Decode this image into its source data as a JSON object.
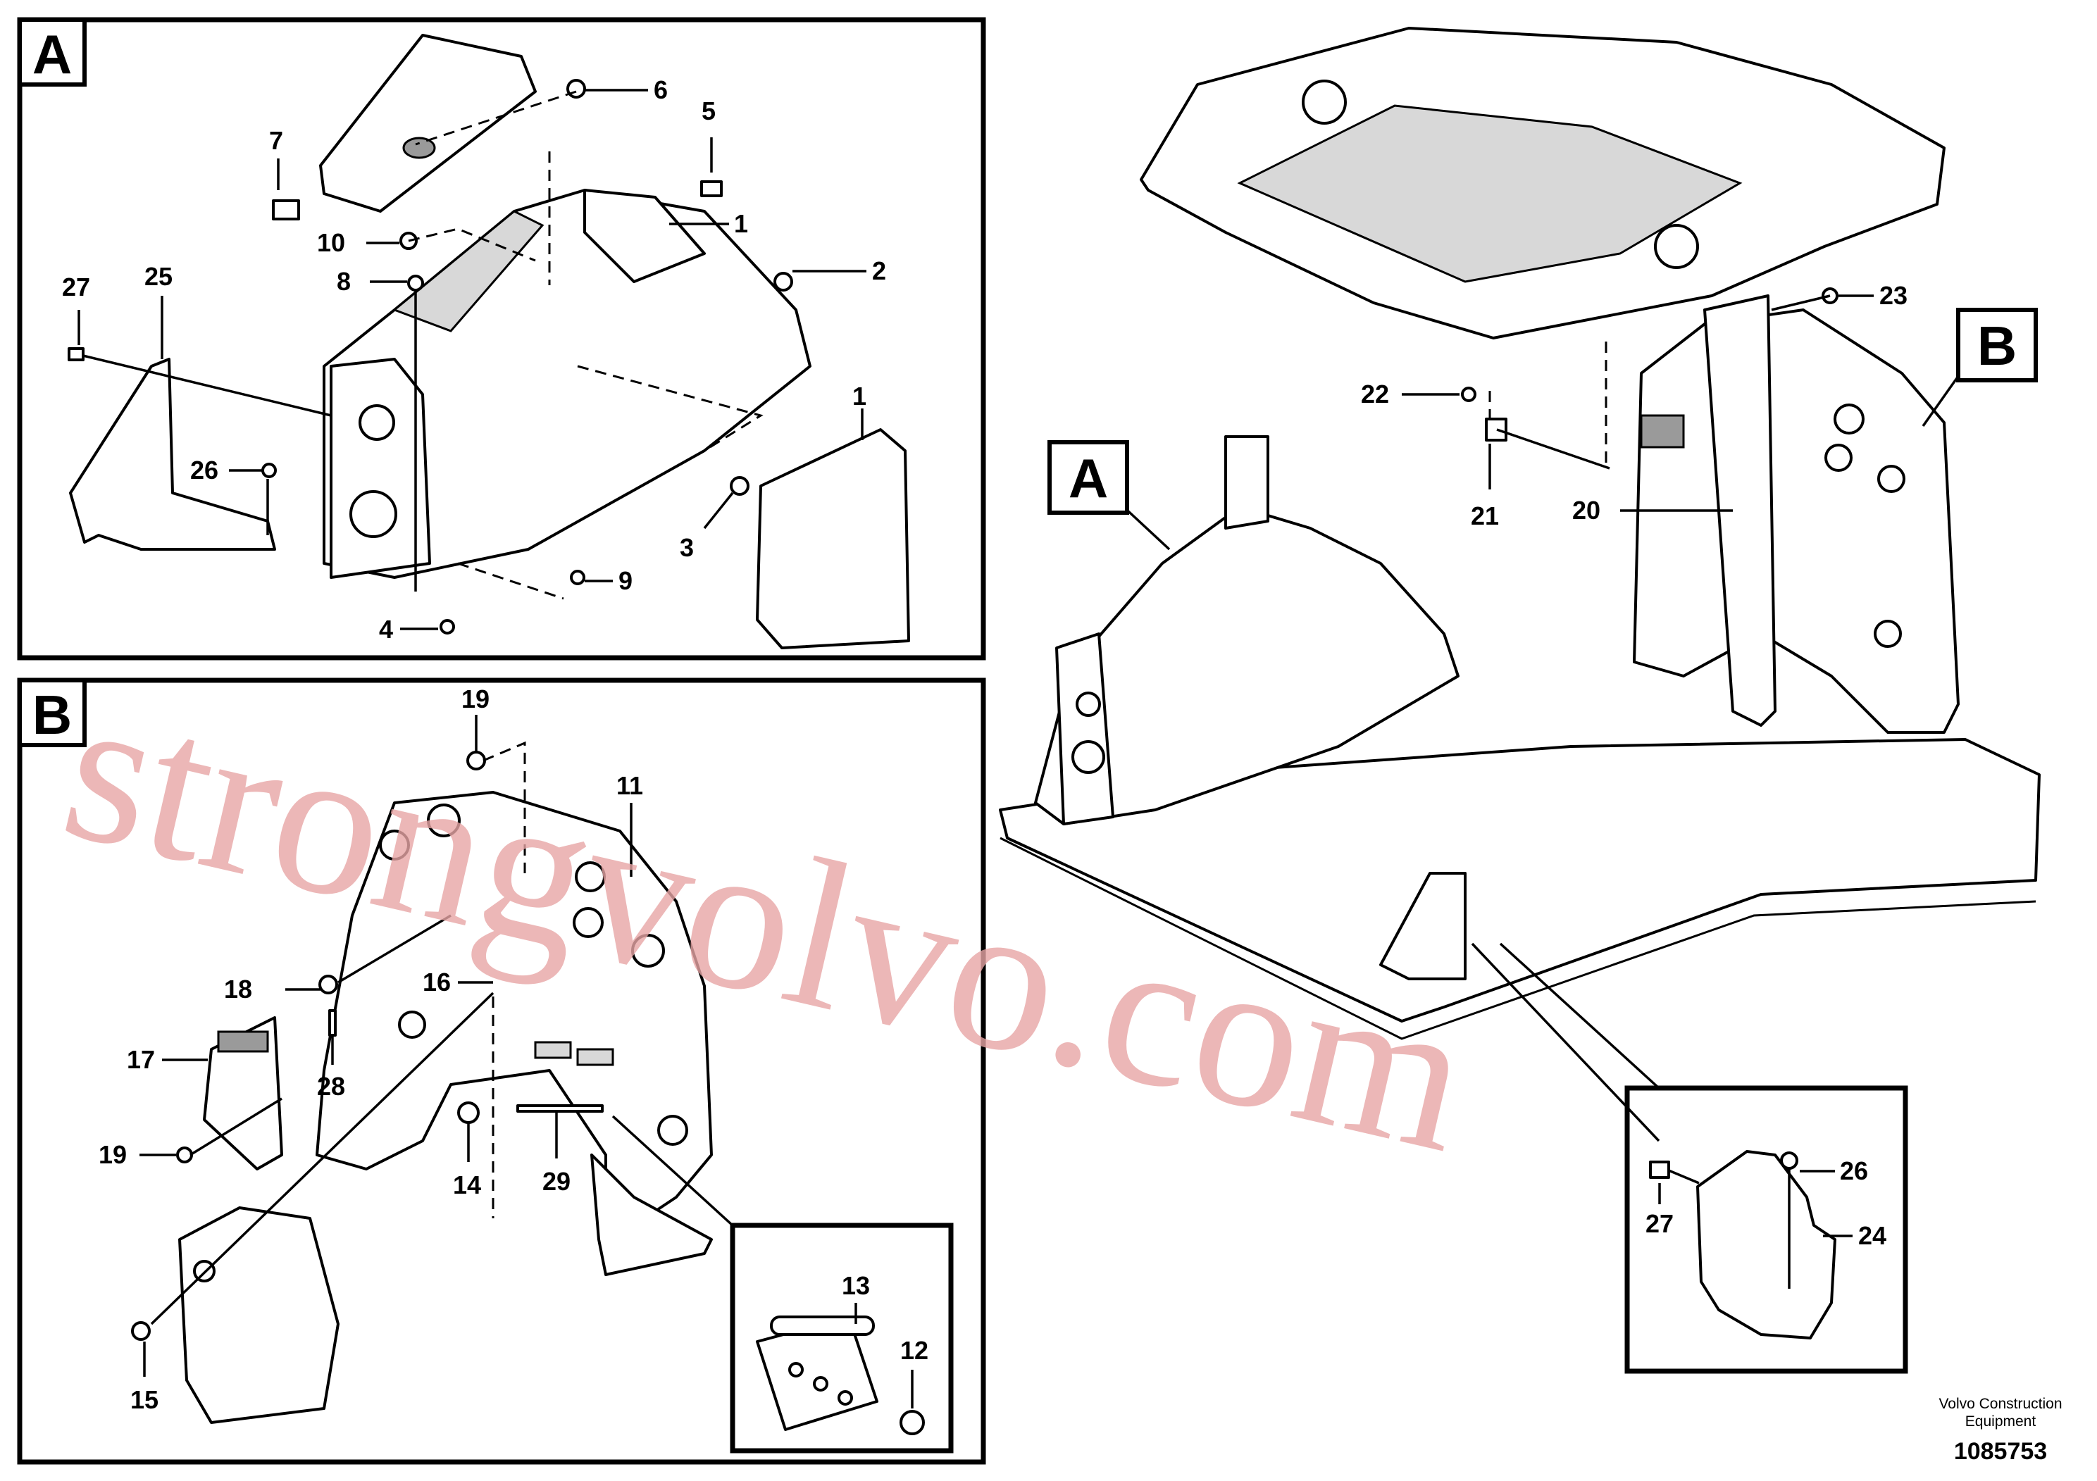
{
  "panels": {
    "a": {
      "letter": "A"
    },
    "b": {
      "letter": "B"
    }
  },
  "main_view_tags": {
    "a": "A",
    "b": "B"
  },
  "callouts": {
    "a": [
      "1",
      "1",
      "2",
      "3",
      "4",
      "5",
      "6",
      "7",
      "8",
      "9",
      "10",
      "25",
      "26",
      "27"
    ],
    "b": [
      "11",
      "12",
      "13",
      "14",
      "15",
      "16",
      "17",
      "18",
      "19",
      "19",
      "28",
      "29"
    ],
    "main": [
      "20",
      "21",
      "22",
      "23"
    ],
    "detail": [
      "24",
      "26",
      "27"
    ]
  },
  "watermark": "strongvolvo.com",
  "footer": {
    "brand_line1": "Volvo Construction",
    "brand_line2": "Equipment",
    "drawing_id": "1085753"
  },
  "colors": {
    "line": "#000000",
    "paper": "#ffffff",
    "watermark": "#e8a6a6"
  }
}
